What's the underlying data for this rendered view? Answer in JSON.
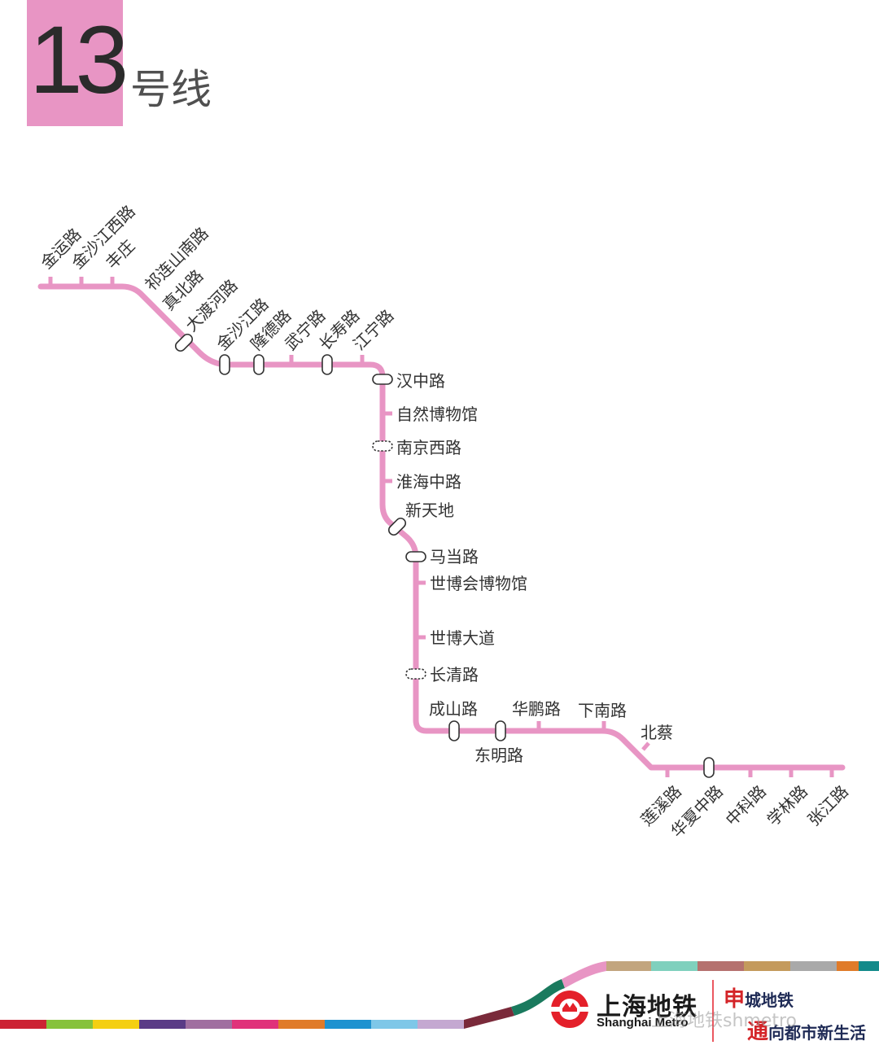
{
  "header": {
    "line_number": "13",
    "suffix": "号线",
    "line_color": "#e895c4"
  },
  "stations": [
    {
      "name": "金运路",
      "transfer": false
    },
    {
      "name": "金沙江西路",
      "transfer": false
    },
    {
      "name": "丰庄",
      "transfer": false
    },
    {
      "name": "祁连山南路",
      "transfer": false
    },
    {
      "name": "真北路",
      "transfer": false
    },
    {
      "name": "大渡河路",
      "transfer": true
    },
    {
      "name": "金沙江路",
      "transfer": true
    },
    {
      "name": "隆德路",
      "transfer": true
    },
    {
      "name": "武宁路",
      "transfer": false
    },
    {
      "name": "长寿路",
      "transfer": true
    },
    {
      "name": "江宁路",
      "transfer": false
    },
    {
      "name": "汉中路",
      "transfer": true
    },
    {
      "name": "自然博物馆",
      "transfer": false
    },
    {
      "name": "南京西路",
      "transfer": true,
      "planned_transfer": true
    },
    {
      "name": "淮海中路",
      "transfer": false
    },
    {
      "name": "新天地",
      "transfer": true
    },
    {
      "name": "马当路",
      "transfer": true
    },
    {
      "name": "世博会博物馆",
      "transfer": false
    },
    {
      "name": "世博大道",
      "transfer": false
    },
    {
      "name": "长清路",
      "transfer": true,
      "planned_transfer": true
    },
    {
      "name": "成山路",
      "transfer": true
    },
    {
      "name": "东明路",
      "transfer": true
    },
    {
      "name": "华鹏路",
      "transfer": false
    },
    {
      "name": "下南路",
      "transfer": false
    },
    {
      "name": "北蔡",
      "transfer": false
    },
    {
      "name": "莲溪路",
      "transfer": false
    },
    {
      "name": "华夏中路",
      "transfer": true
    },
    {
      "name": "中科路",
      "transfer": false
    },
    {
      "name": "学林路",
      "transfer": false
    },
    {
      "name": "张江路",
      "transfer": false
    }
  ],
  "footer": {
    "brand_cn": "上海地铁",
    "brand_en": "Shanghai Metro",
    "slogan_line1_red": "申",
    "slogan_line1_rest": "城地铁",
    "slogan_line2_red": "通",
    "slogan_line2_rest": "向都市新生活",
    "watermark": "上海地铁shmetro",
    "stripe_colors_left": [
      "#cc2233",
      "#86c23b",
      "#f4cf12",
      "#5a3b86",
      "#a06fa0",
      "#e0327a",
      "#e07b29",
      "#1e92d0",
      "#7ec7e8",
      "#c4a8d1"
    ],
    "stripe_colors_right": [
      "#c2a57e",
      "#7fd0bd",
      "#b5716e",
      "#c49a5c",
      "#a9a9a9",
      "#e07b29",
      "#138a8a"
    ]
  }
}
